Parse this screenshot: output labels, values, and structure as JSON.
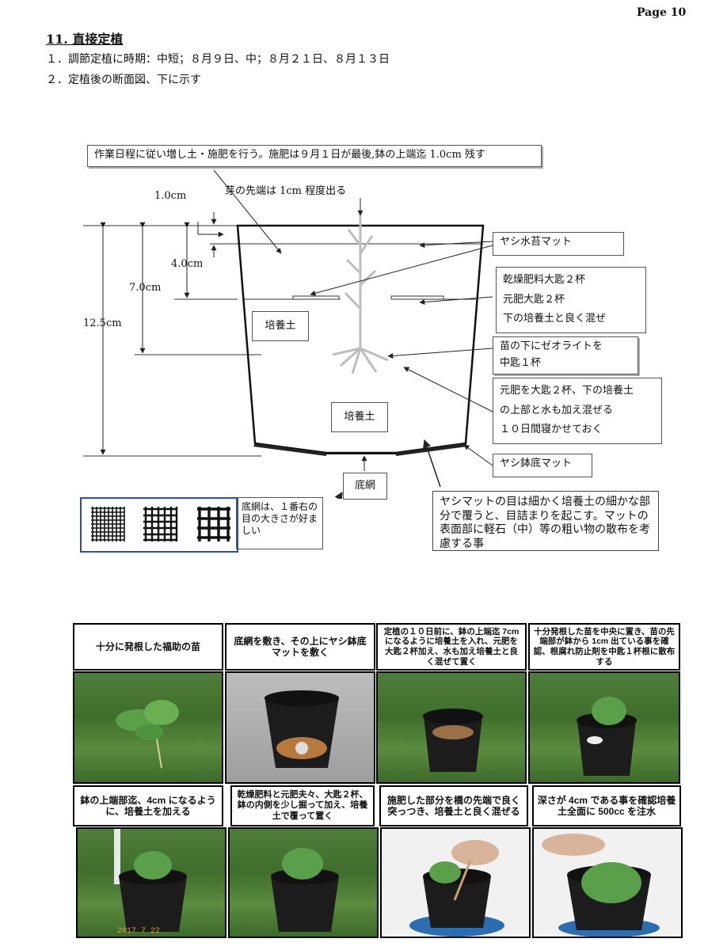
{
  "page": {
    "number": "Page 10",
    "section_title": "11. 直接定植",
    "line1": "１．調節定植に時期：中短；８月９日、中；８月２１日、８月１３日",
    "line2": "２．定植後の断面図、下に示す"
  },
  "diagram": {
    "top_note": "作業日程に従い増し土・施肥を行う。施肥は９月１日が最後,鉢の上端迄 1.0cm 残す",
    "sprout_note": "芽の先端は 1cm 程度出る",
    "dims": {
      "d1": "1.0cm",
      "d2": "4.0cm",
      "d3": "7.0cm",
      "d4": "12.5cm"
    },
    "labels": {
      "palm_moss_mat": "ヤシ水苔マット",
      "fertilizer": [
        "乾燥肥料大匙２杯",
        "元肥大匙２杯",
        "下の培養土と良く混ぜ"
      ],
      "soil_upper": "培養土",
      "soil_lower": "培養土",
      "zeolite": [
        "苗の下にゼオライトを",
        "中匙１杯"
      ],
      "base_fertilizer": [
        "元肥を大匙２杯、下の培養土",
        "の上部と水も加え混ぜる",
        "１０日間寝かせておく"
      ],
      "bottom_mat": "ヤシ鉢底マット",
      "bottom_net": "底網"
    },
    "mesh_note": "底網は、１番右の目の大きさが好ましい",
    "palm_mat_note": "ヤシマットの目は細かく培養土の細かな部分で覆うと、目詰まりを起こす。マットの表面部に軽石（中）等の粗い物の散布を考慮する事"
  },
  "photos": {
    "captions_row1": [
      "十分に発根した福助の苗",
      "底網を敷き、その上にヤシ鉢底マットを敷く",
      "定植の１０日前に、鉢の上端迄 7cm になるように培養土を入れ、元肥を大匙２杯加え、水も加え培養土と良く混ぜて置く",
      "十分発根した苗を中央に置き、苗の先端部が鉢から 1cm 出ている事を確認、根腐れ防止剤を中匙１杯根に散布する"
    ],
    "captions_row2": [
      "鉢の上端部迄、4cm になるように、培養土を加える",
      "乾燥肥料と元肥夫々、大匙２杯、鉢の内側を少し掘って加え、培養土で覆って置く",
      "施肥した部分を橋の先端で良く突っつき、培養土と良く混ぜる",
      "深さが 4cm である事を確認培養土全面に 500cc を注水"
    ],
    "timestamp": "2017 7 22"
  },
  "colors": {
    "mesh_border": "#2b4ea8",
    "grass": "#4f7e3a",
    "pot": "#1c1c1c"
  }
}
